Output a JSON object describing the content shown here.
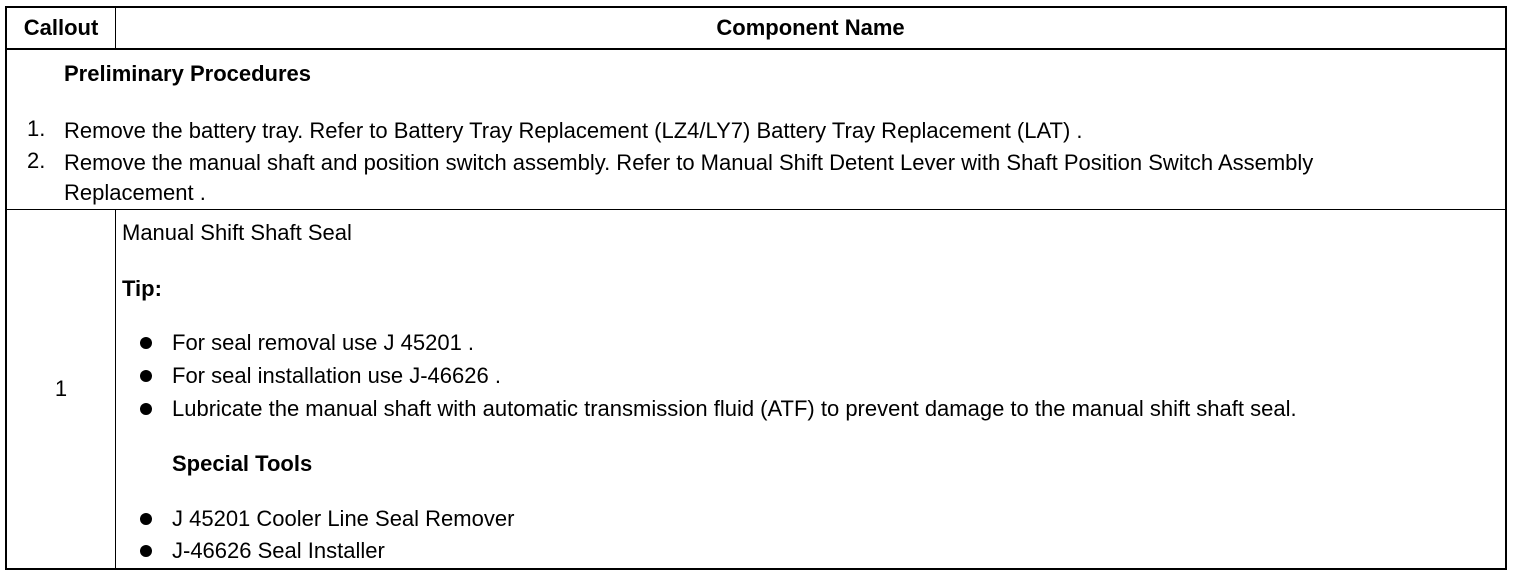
{
  "table": {
    "header": {
      "callout": "Callout",
      "component_name": "Component Name"
    },
    "preliminary": {
      "title": "Preliminary Procedures",
      "steps": [
        {
          "num": "1.",
          "text": "Remove the battery tray. Refer to Battery Tray Replacement (LZ4/LY7) Battery Tray Replacement (LAT) ."
        },
        {
          "num": "2.",
          "line1": "Remove the manual shaft and position switch assembly. Refer to Manual Shift Detent Lever with Shaft Position Switch Assembly",
          "line2": "Replacement ."
        }
      ]
    },
    "rows": [
      {
        "callout": "1",
        "name": "Manual Shift Shaft Seal",
        "tip_label": "Tip:",
        "tips": [
          "For seal removal use J 45201 .",
          "For seal installation use J-46626 .",
          "Lubricate the manual shaft with automatic transmission fluid (ATF) to prevent damage to the manual shift shaft seal."
        ],
        "special_tools_label": "Special Tools",
        "special_tools": [
          "J 45201 Cooler Line Seal Remover",
          "J-46626 Seal Installer"
        ]
      }
    ]
  }
}
